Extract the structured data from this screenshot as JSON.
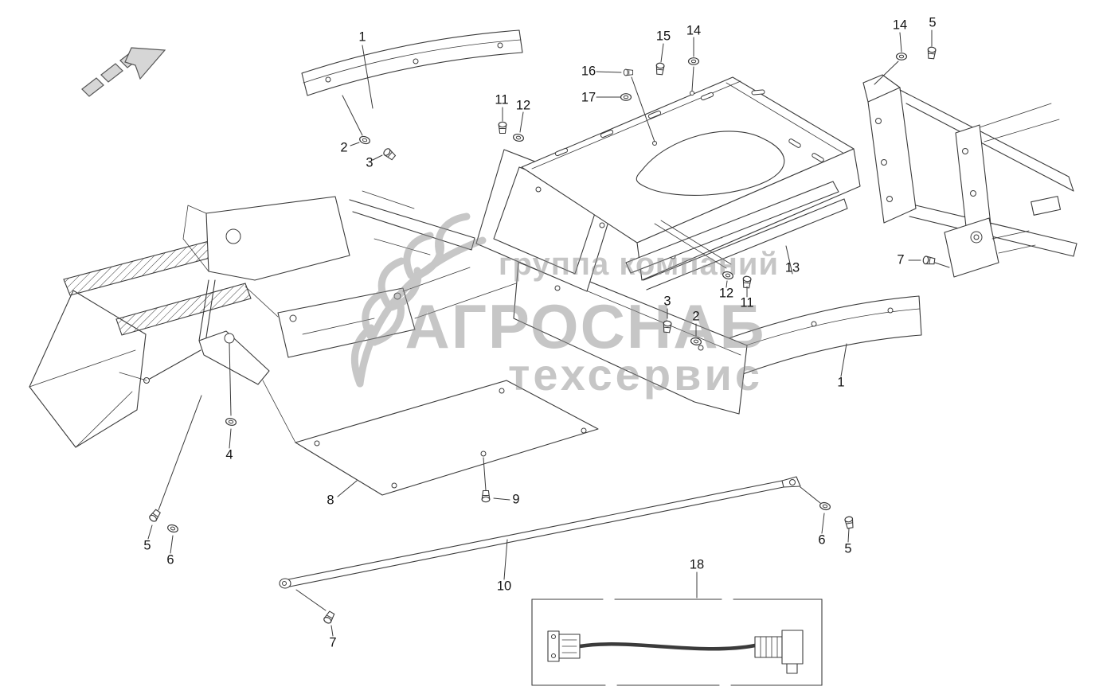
{
  "colors": {
    "background": "#ffffff",
    "line": "#3b3b3b",
    "label": "#141414",
    "watermark": "#8f8f8f"
  },
  "watermark": {
    "line1": "группа компаний",
    "line2": "АГРОСНАБ",
    "line3": "техсервис"
  },
  "callouts": [
    {
      "part": "1"
    },
    {
      "part": "2"
    },
    {
      "part": "3"
    },
    {
      "part": "11"
    },
    {
      "part": "12"
    },
    {
      "part": "16"
    },
    {
      "part": "17"
    },
    {
      "part": "15"
    },
    {
      "part": "14"
    },
    {
      "part": "14"
    },
    {
      "part": "5"
    },
    {
      "part": "7"
    },
    {
      "part": "13"
    },
    {
      "part": "12"
    },
    {
      "part": "11"
    },
    {
      "part": "3"
    },
    {
      "part": "2"
    },
    {
      "part": "1"
    },
    {
      "part": "4"
    },
    {
      "part": "5"
    },
    {
      "part": "6"
    },
    {
      "part": "8"
    },
    {
      "part": "9"
    },
    {
      "part": "10"
    },
    {
      "part": "7"
    },
    {
      "part": "6"
    },
    {
      "part": "5"
    },
    {
      "part": "18"
    }
  ]
}
